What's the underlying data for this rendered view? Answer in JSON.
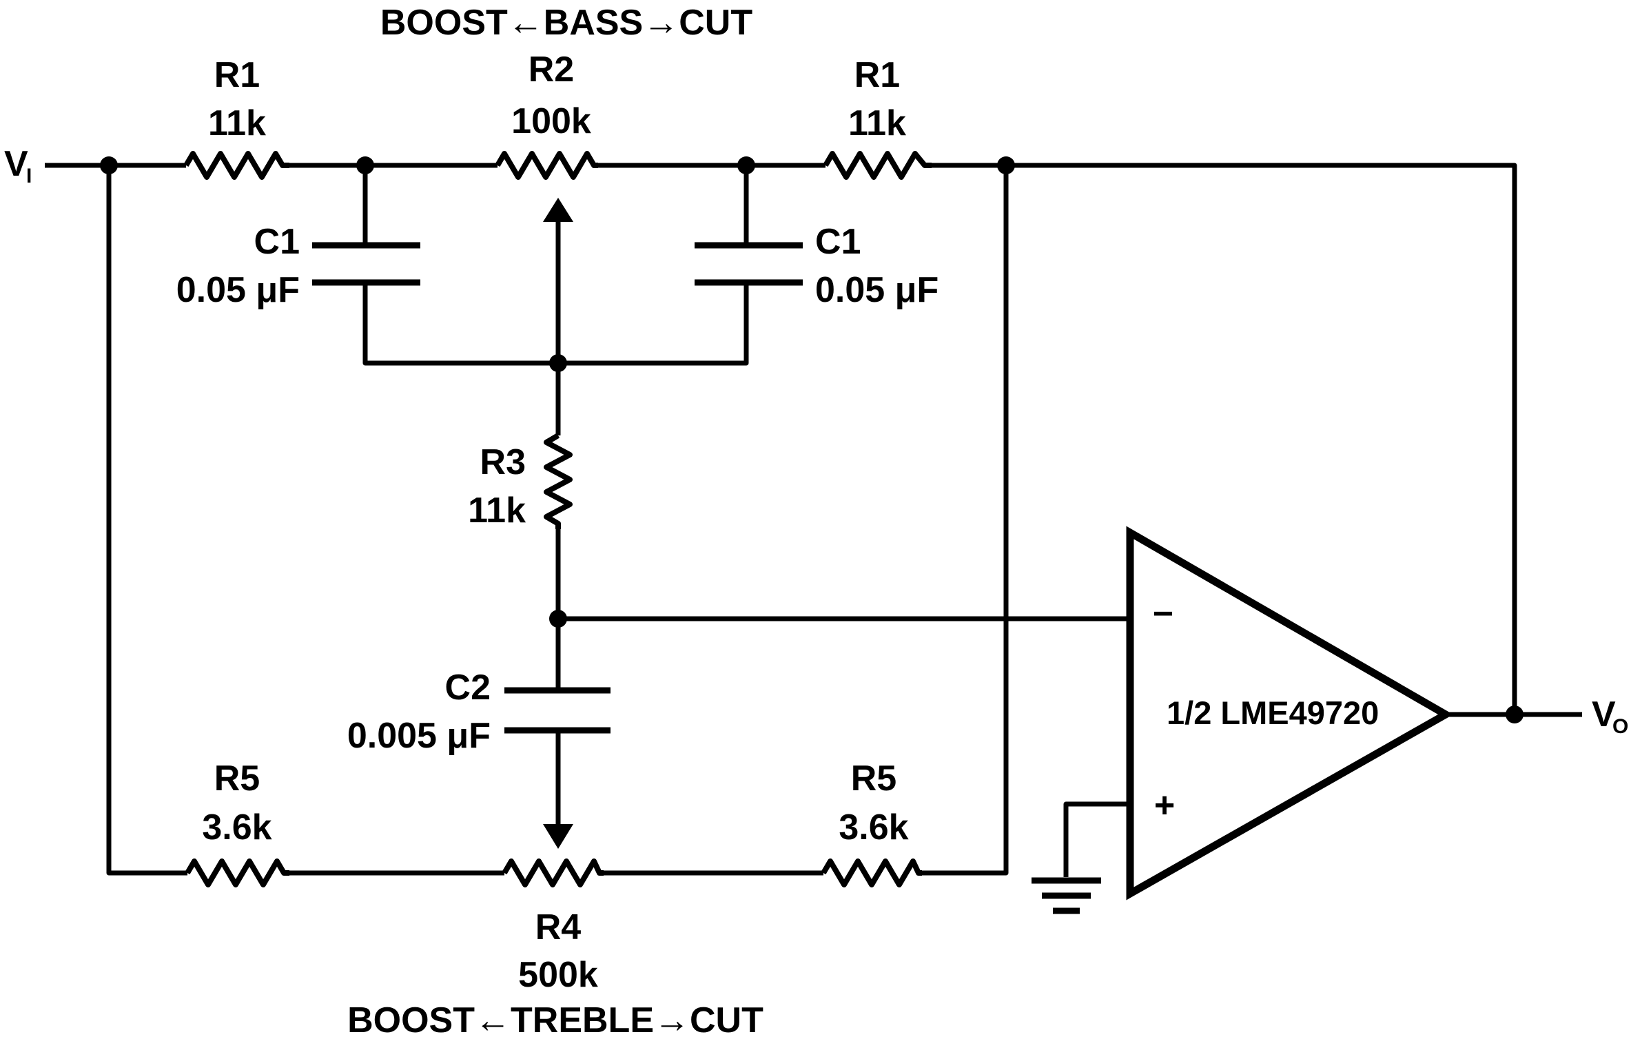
{
  "controls": {
    "bass": "BOOST←BASS→CUT",
    "treble": "BOOST←TREBLE→CUT"
  },
  "input": {
    "label": "V",
    "sub": "I"
  },
  "output": {
    "label": "V",
    "sub": "O"
  },
  "r1_left": {
    "name": "R1",
    "value": "11k"
  },
  "r2": {
    "name": "R2",
    "value": "100k"
  },
  "r1_right": {
    "name": "R1",
    "value": "11k"
  },
  "c1_left": {
    "name": "C1",
    "value": "0.05 μF"
  },
  "c1_right": {
    "name": "C1",
    "value": "0.05 μF"
  },
  "r3": {
    "name": "R3",
    "value": "11k"
  },
  "c2": {
    "name": "C2",
    "value": "0.005 μF"
  },
  "r5_left": {
    "name": "R5",
    "value": "3.6k"
  },
  "r5_right": {
    "name": "R5",
    "value": "3.6k"
  },
  "r4": {
    "name": "R4",
    "value": "500k"
  },
  "opamp": {
    "label": "1/2 LME49720",
    "inv": "−",
    "noninv": "+"
  }
}
